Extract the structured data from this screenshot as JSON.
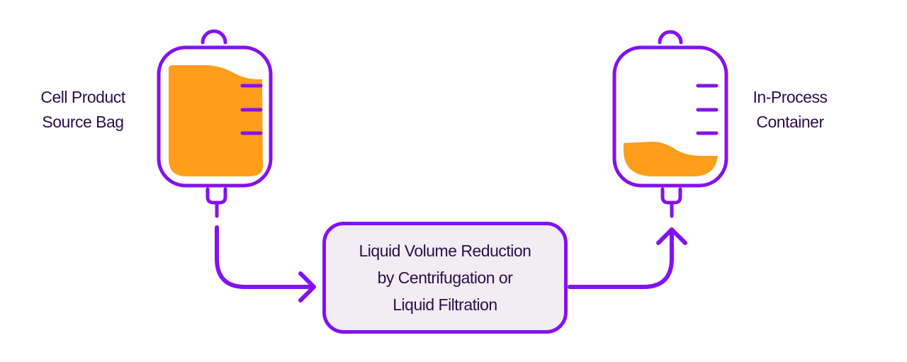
{
  "colors": {
    "outline": "#8312f2",
    "liquid": "#ff9e1b",
    "text": "#2a0f4a",
    "box_fill": "#f1edf3"
  },
  "source_bag": {
    "label_lines": [
      "Cell Product",
      "Source Bag"
    ],
    "fill_level": "high"
  },
  "target_container": {
    "label_lines": [
      "In-Process",
      "Container"
    ],
    "fill_level": "low"
  },
  "process": {
    "lines": [
      "Liquid Volume Reduction",
      "by Centrifugation or",
      "Liquid Filtration"
    ]
  }
}
